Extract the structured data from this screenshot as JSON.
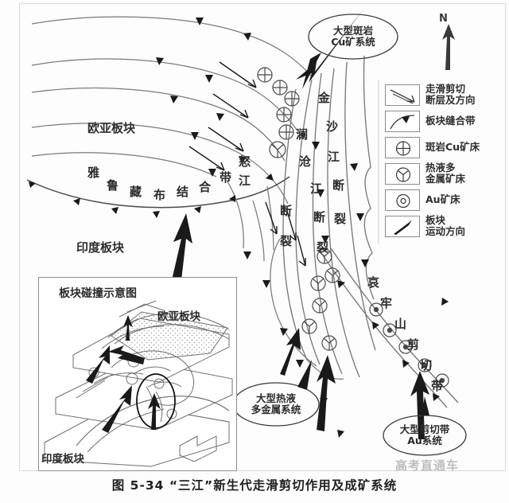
{
  "figure": {
    "caption": "图 5-34    “三江”新生代走滑剪切作用及成矿系统",
    "watermark": "高考直通车",
    "north_label": "N"
  },
  "map": {
    "plates": [
      {
        "name": "eurasian-plate",
        "label": "欧亚板块"
      },
      {
        "name": "indian-plate",
        "label": "印度板块"
      }
    ],
    "suture_label": "雅鲁藏布结合带",
    "suture_chars": [
      "雅",
      "鲁",
      "藏",
      "布",
      "结",
      "合",
      "带"
    ],
    "faults": [
      {
        "name": "nujiang-fault",
        "label": "怒江断裂",
        "chars": [
          "怒",
          "江",
          "断",
          "裂"
        ]
      },
      {
        "name": "lancangjiang-fault",
        "label": "澜沧江断裂",
        "chars": [
          "澜",
          "沧",
          "江",
          "断",
          "裂"
        ]
      },
      {
        "name": "jinshajiang-fault",
        "label": "金沙江断裂",
        "chars": [
          "金",
          "沙",
          "江",
          "断",
          "裂"
        ]
      },
      {
        "name": "ailaoshan-shear-zone",
        "label": "哀牢山剪切带",
        "chars": [
          "哀",
          "牢",
          "山",
          "剪",
          "切",
          "带"
        ]
      }
    ]
  },
  "callouts": [
    {
      "name": "callout-porphyry-cu",
      "lines": [
        "大型斑岩",
        "Cu矿系统"
      ]
    },
    {
      "name": "callout-hydrothermal",
      "lines": [
        "大型热液",
        "多金属系统"
      ]
    },
    {
      "name": "callout-shear-au",
      "lines": [
        "大型剪切带",
        "Au系统"
      ]
    }
  ],
  "legend": {
    "items": [
      {
        "name": "legend-strike-slip-fault",
        "icon": "strike-slip-fault-icon",
        "lines": [
          "走滑剪切",
          "断层及方向"
        ]
      },
      {
        "name": "legend-plate-suture",
        "icon": "plate-suture-icon",
        "lines": [
          "板块缝合带"
        ]
      },
      {
        "name": "legend-porphyry-cu-deposit",
        "icon": "porphyry-cu-icon",
        "lines": [
          "斑岩Cu矿床"
        ]
      },
      {
        "name": "legend-hydrothermal-polymetallic",
        "icon": "hydrothermal-polymetallic-icon",
        "lines": [
          "热液多",
          "金属矿床"
        ]
      },
      {
        "name": "legend-au-deposit",
        "icon": "au-deposit-icon",
        "lines": [
          "Au矿床"
        ]
      },
      {
        "name": "legend-plate-motion",
        "icon": "plate-motion-icon",
        "lines": [
          "板块",
          "运动方向"
        ]
      }
    ]
  },
  "inset": {
    "title": "板块碰撞示意图",
    "eurasian_label": "欧亚板块",
    "indian_label": "印度板块"
  },
  "colors": {
    "ink": "#2b2b2b",
    "line": "#6f6f6f",
    "frame": "#d9d9d9",
    "watermark": "#bdbdbd"
  }
}
